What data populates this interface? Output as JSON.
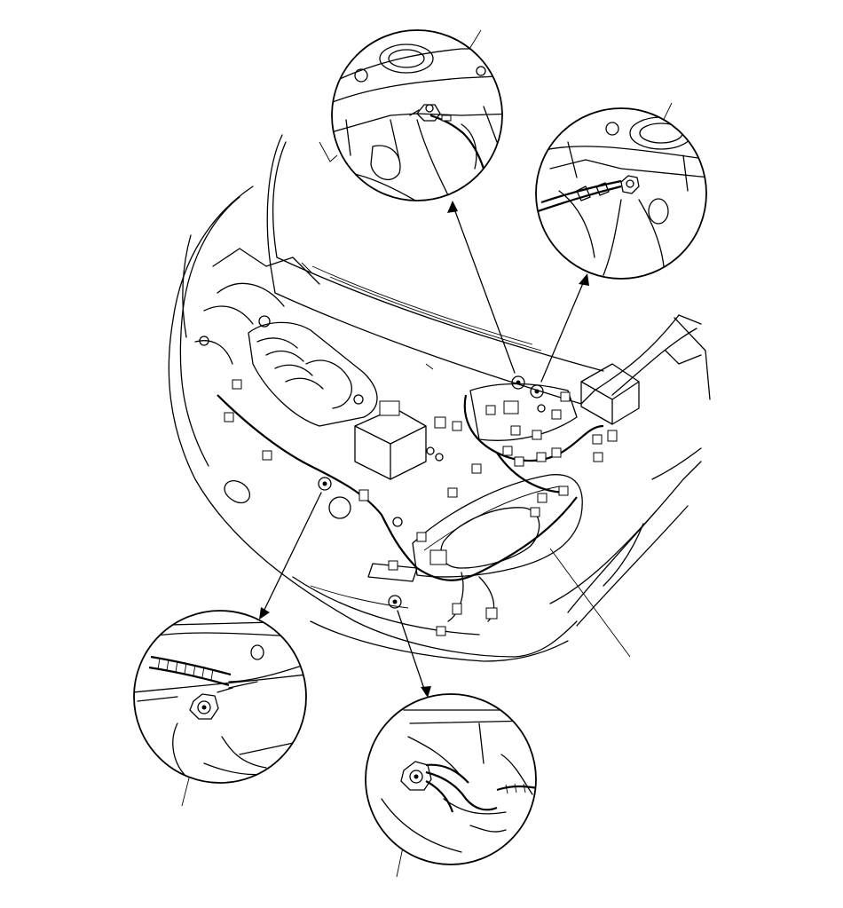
{
  "diagram": {
    "kind": "line-drawing",
    "colors": {
      "line": "#000000",
      "background": "#ffffff"
    },
    "detail_views": [
      {
        "id": "top-center",
        "shows": "ground-bolt"
      },
      {
        "id": "top-right",
        "shows": "ground-bolt"
      },
      {
        "id": "bottom-left",
        "shows": "ground-bolt"
      },
      {
        "id": "bottom-center",
        "shows": "ground-bolt"
      }
    ],
    "callouts": [
      {
        "id": "callout-top-center"
      },
      {
        "id": "callout-top-right"
      },
      {
        "id": "callout-bottom-left"
      },
      {
        "id": "callout-bottom-center"
      },
      {
        "id": "callout-harness"
      }
    ]
  }
}
